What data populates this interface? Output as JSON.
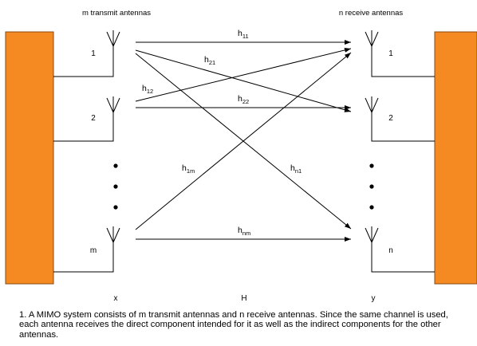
{
  "header": {
    "transmit_label": "m transmit antennas",
    "receive_label": "n receive antennas"
  },
  "transmit_antennas": [
    "1",
    "2",
    "m"
  ],
  "receive_antennas": [
    "1",
    "2",
    "n"
  ],
  "channels": {
    "h11": {
      "base": "h",
      "sub": "11"
    },
    "h21": {
      "base": "h",
      "sub": "21"
    },
    "h12": {
      "base": "h",
      "sub": "12"
    },
    "h22": {
      "base": "h",
      "sub": "22"
    },
    "h1m": {
      "base": "h",
      "sub": "1m"
    },
    "hn1": {
      "base": "h",
      "sub": "n1"
    },
    "hnm": {
      "base": "h",
      "sub": "nm"
    }
  },
  "vectors": {
    "x": "x",
    "H": "H",
    "y": "y"
  },
  "caption": "1. A MIMO system consists of m transmit antennas and n receive antennas. Since the same channel is used, each antenna receives the direct component intended for it as well as the indirect components for the other antennas.",
  "colors": {
    "block": "#f58a22",
    "block_border": "#8a4a10",
    "line": "#000000"
  }
}
